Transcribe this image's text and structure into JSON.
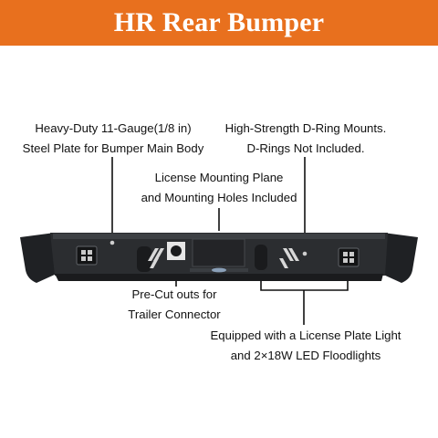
{
  "header": {
    "title": "HR Rear Bumper",
    "bg_color": "#e8701e"
  },
  "callouts": {
    "steel_plate": {
      "line1": "Heavy-Duty 11-Gauge(1/8 in)",
      "line2": "Steel Plate for Bumper Main Body"
    },
    "d_ring": {
      "line1": "High-Strength D-Ring Mounts.",
      "line2": "D-Rings Not Included."
    },
    "license_plane": {
      "line1": "License Mounting Plane",
      "line2": "and Mounting Holes Included"
    },
    "trailer": {
      "line1": "Pre-Cut outs for",
      "line2": "Trailer Connector"
    },
    "lights": {
      "line1": "Equipped with a License Plate Light",
      "line2": "and 2×18W LED Floodlights"
    }
  },
  "product": {
    "image_name": "rear-bumper-image",
    "body_color": "#2b2d30"
  }
}
